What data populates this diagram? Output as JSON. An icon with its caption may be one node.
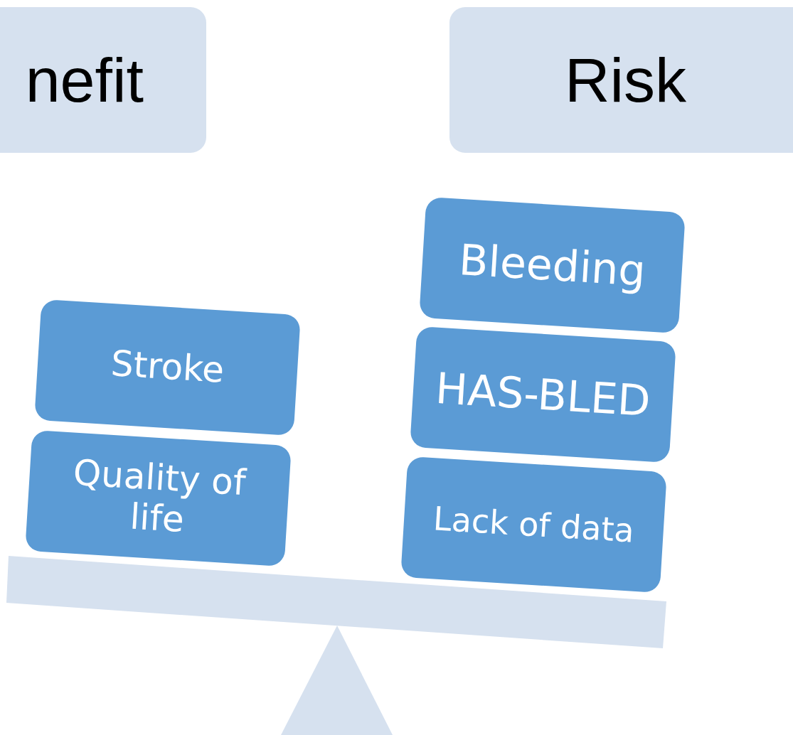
{
  "diagram": {
    "nodes": [
      {
        "text": [
          "nefit"
        ]
      },
      {
        "text": [
          "Risk"
        ]
      },
      {
        "text": [
          "Stroke"
        ]
      },
      {
        "text": [
          "Quality of life"
        ]
      },
      {
        "text": [
          "Bleeding"
        ]
      },
      {
        "text": [
          "HAS-BLED"
        ]
      },
      {
        "text": [
          "Lack of data"
        ]
      }
    ]
  }
}
